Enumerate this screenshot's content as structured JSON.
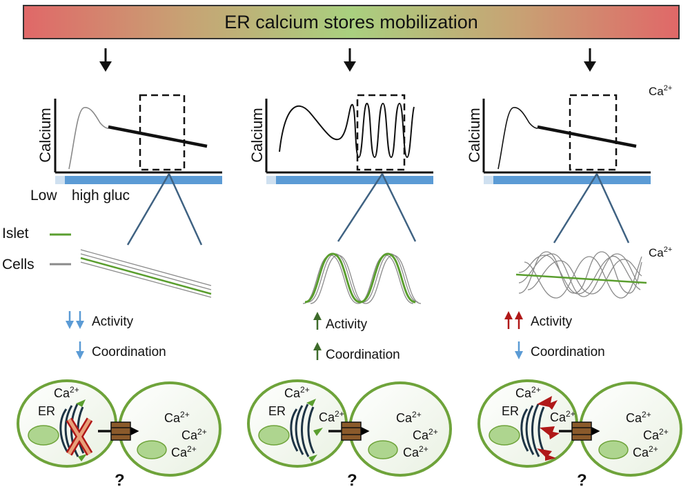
{
  "banner": {
    "title": "ER calcium stores mobilization"
  },
  "panels": [
    {
      "ylabel": "Calcium",
      "xlabels": {
        "low": "Low",
        "high": "high gluc"
      },
      "legend": {
        "islet": "Islet",
        "cells": "Cells"
      },
      "effects": {
        "activity": "Activity",
        "coordination": "Coordination"
      },
      "cell": {
        "ca_left": "Ca",
        "er": "ER",
        "ca_mid": "",
        "ca_right_1": "Ca",
        "ca_right_2": "Ca",
        "ca_right_3": "Ca",
        "question": "?"
      }
    },
    {
      "ylabel": "Calcium",
      "effects": {
        "activity": "Activity",
        "coordination": "Coordination"
      },
      "cell": {
        "ca_left": "Ca",
        "er": "ER",
        "ca_mid": "Ca",
        "ca_right_1": "Ca",
        "ca_right_2": "Ca",
        "ca_right_3": "Ca",
        "question": "?"
      }
    },
    {
      "ylabel": "Calcium",
      "side_label_top": "Ca",
      "side_label_mid": "Ca",
      "effects": {
        "activity": "Activity",
        "coordination": "Coordination"
      },
      "cell": {
        "ca_left": "Ca",
        "er": "ER",
        "ca_mid": "Ca",
        "ca_right_1": "Ca",
        "ca_right_2": "Ca",
        "ca_right_3": "Ca",
        "question": "?"
      }
    }
  ],
  "superscript": "2+",
  "colors": {
    "islet_trace": "#5a9e2e",
    "cell_trace": "#8a8a8a",
    "down_arrow": "#5b9bd5",
    "up_green": "#3d6b2a",
    "up_red": "#b01818",
    "membrane": "#6ea33a",
    "axis_bar": "#5b9bd5",
    "zoom_line": "#3f6282",
    "er": "#1e3445"
  }
}
